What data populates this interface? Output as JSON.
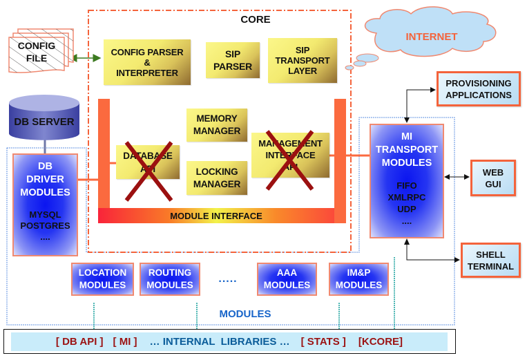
{
  "diagram": {
    "core": {
      "label": "CORE",
      "components": {
        "config_parser": "CONFIG PARSER\n&\nINTERPRETER",
        "sip_parser": "SIP\nPARSER",
        "sip_transport": "SIP\nTRANSPORT\nLAYER",
        "memory_manager": "MEMORY\nMANAGER",
        "locking_manager": "LOCKING\nMANAGER",
        "database_api": "DATABASE\nAPI",
        "management_interface_api": "MANAGEMENT\nINTERFACE\nAPI",
        "module_interface": "MODULE INTERFACE"
      },
      "crossed_out": [
        "DATABASE API",
        "MANAGEMENT INTERFACE API"
      ]
    },
    "external": {
      "config_file": "CONFIG\nFILE",
      "db_server": "DB SERVER",
      "internet": "INTERNET",
      "provisioning": "PROVISIONING\nAPPLICATIONS",
      "web_gui": "WEB\nGUI",
      "shell_terminal": "SHELL\nTERMINAL"
    },
    "modules": {
      "label": "MODULES",
      "db_driver": {
        "title": "DB\nDRIVER\nMODULES",
        "items": "MYSQL\nPOSTGRES\n...."
      },
      "mi_transport": {
        "title": "MI\nTRANSPORT\nMODULES",
        "items": "FIFO\nXMLRPC\nUDP\n...."
      },
      "row": [
        {
          "label": "LOCATION\nMODULES"
        },
        {
          "label": "ROUTING\nMODULES"
        },
        {
          "label": "....."
        },
        {
          "label": "AAA\nMODULES"
        },
        {
          "label": "IM&P\nMODULES"
        }
      ]
    },
    "internal_libraries": {
      "db_api": "[ DB API ]",
      "mi": "[ MI ]",
      "libraries": "… INTERNAL  LIBRARIES …",
      "stats": "[ STATS ]",
      "kcore": "[KCORE]"
    },
    "colors": {
      "core_border": "#f4633b",
      "interface_bar": "#fb6a3f",
      "cross": "#9b1010",
      "modules_text": "#1764c9",
      "libs_red": "#9b1212",
      "libs_blue": "#0a5c99",
      "libs_bg": "#c9ecfa"
    }
  }
}
